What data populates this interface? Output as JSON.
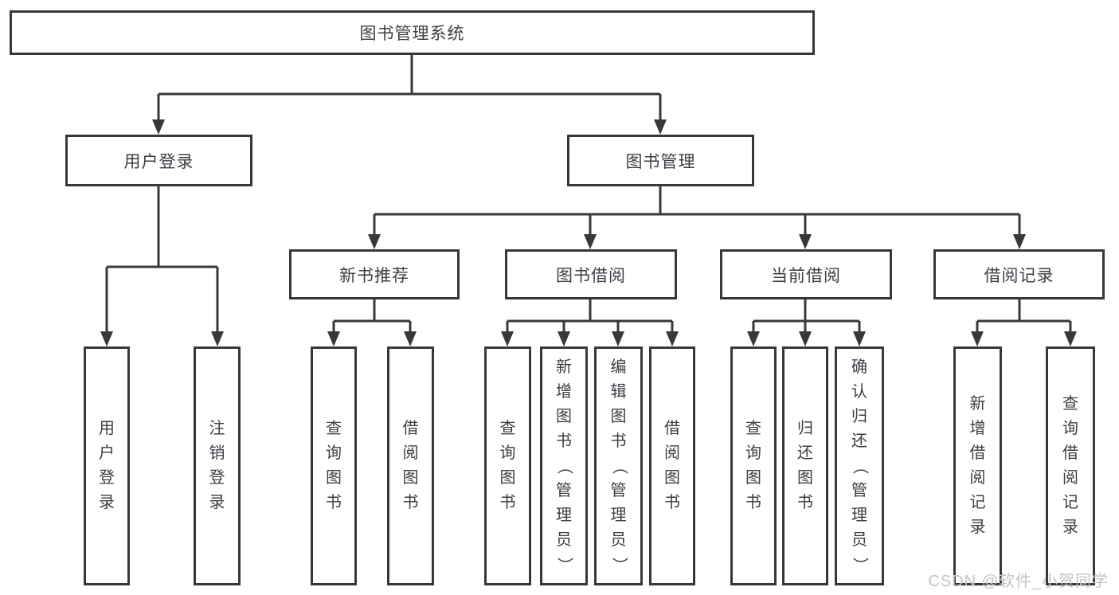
{
  "diagram": {
    "root": "图书管理系统",
    "branches": [
      {
        "label": "用户登录",
        "children": [
          {
            "label": "用户登录"
          },
          {
            "label": "注销登录"
          }
        ]
      },
      {
        "label": "图书管理",
        "children": [
          {
            "label": "新书推荐",
            "children": [
              {
                "label": "查询图书"
              },
              {
                "label": "借阅图书"
              }
            ]
          },
          {
            "label": "图书借阅",
            "children": [
              {
                "label": "查询图书"
              },
              {
                "label": "新增图书（管理员）"
              },
              {
                "label": "编辑图书（管理员）"
              },
              {
                "label": "借阅图书"
              }
            ]
          },
          {
            "label": "当前借阅",
            "children": [
              {
                "label": "查询图书"
              },
              {
                "label": "归还图书"
              },
              {
                "label": "确认归还（管理员）"
              }
            ]
          },
          {
            "label": "借阅记录",
            "children": [
              {
                "label": "新增借阅记录"
              },
              {
                "label": "查询借阅记录"
              }
            ]
          }
        ]
      }
    ]
  },
  "watermark": {
    "text": "CSDN @软件_小贺同学"
  },
  "colors": {
    "line": "#383838",
    "box_border": "#383838",
    "text": "#3d3d45",
    "watermark": "#c1c3c8",
    "background": "#ffffff"
  }
}
